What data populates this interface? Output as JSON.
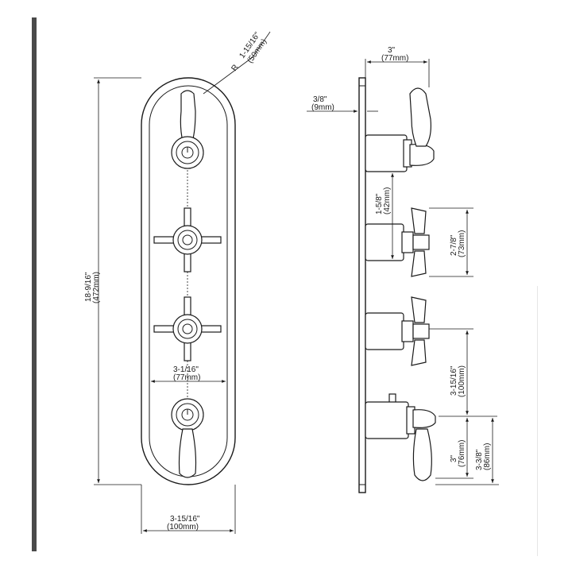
{
  "diagram": {
    "front_view": {
      "radius_label": "R",
      "radius_in": "1-15/16\"",
      "radius_mm": "(50mm)",
      "height_in": "18-9/16\"",
      "height_mm": "(472mm)",
      "inner_width_in": "3-1/16\"",
      "inner_width_mm": "(77mm)",
      "outer_width_in": "3-15/16\"",
      "outer_width_mm": "(100mm)"
    },
    "side_view": {
      "depth_top_in": "3\"",
      "depth_top_mm": "(77mm)",
      "plate_in": "3/8\"",
      "plate_mm": "(9mm)",
      "spacing_a_in": "1-5/8\"",
      "spacing_a_mm": "(42mm)",
      "spacing_b_in": "2-7/8\"",
      "spacing_b_mm": "(73mm)",
      "spacing_c_in": "3-15/16\"",
      "spacing_c_mm": "(100mm)",
      "depth_bottom_in": "3\"",
      "depth_bottom_mm": "(76mm)",
      "depth_total_in": "3-3/8\"",
      "depth_total_mm": "(86mm)"
    }
  }
}
